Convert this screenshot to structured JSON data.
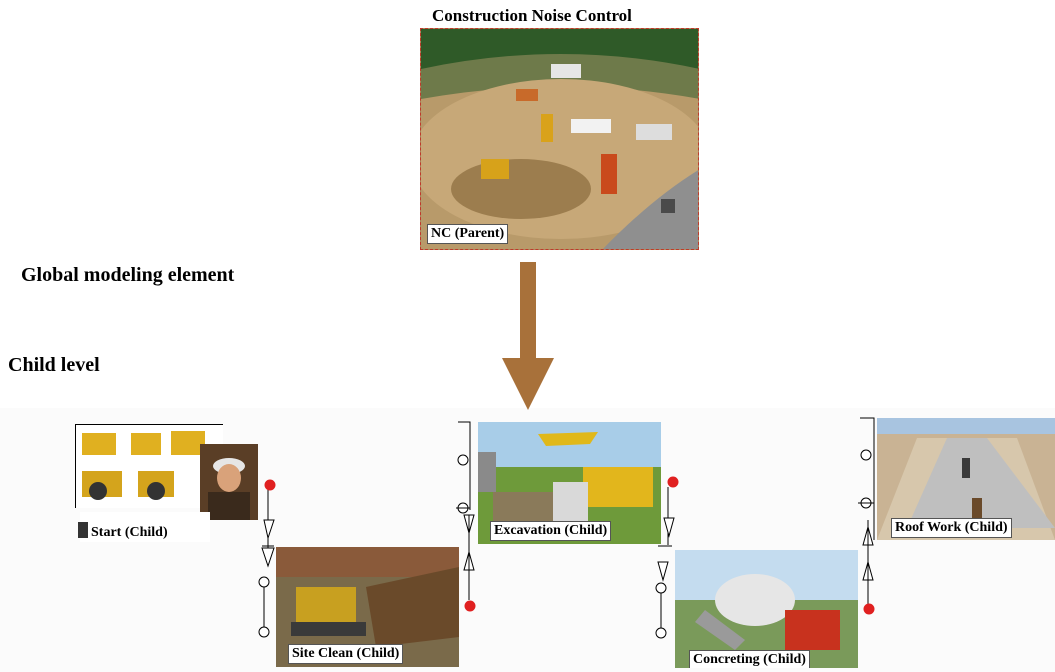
{
  "parent": {
    "title": "Construction Noise Control",
    "label": "NC (Parent)"
  },
  "levels": {
    "global": "Global modeling element",
    "child": "Child level"
  },
  "children": {
    "start": "Start (Child)",
    "site_clean": "Site Clean (Child)",
    "excavation": "Excavation (Child)",
    "concreting": "Concreting (Child)",
    "roof_work": "Roof Work (Child)"
  },
  "colors": {
    "arrow": "#a8713a",
    "dashed_border": "#c0392b",
    "red_dot": "#e02020"
  }
}
